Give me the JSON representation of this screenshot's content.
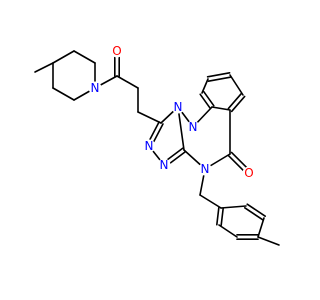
{
  "molecule": {
    "atoms": [
      {
        "id": "N_pip",
        "label": "N",
        "color": "#0000ff"
      },
      {
        "id": "O_amide",
        "label": "O",
        "color": "#ff0000"
      },
      {
        "id": "N_tri1",
        "label": "N",
        "color": "#0000ff"
      },
      {
        "id": "N_ring",
        "label": "N",
        "color": "#0000ff"
      },
      {
        "id": "N_tri2",
        "label": "N",
        "color": "#0000ff"
      },
      {
        "id": "N_tri3",
        "label": "N",
        "color": "#0000ff"
      },
      {
        "id": "N_benzyl",
        "label": "N",
        "color": "#0000ff"
      },
      {
        "id": "O_lactam",
        "label": "O",
        "color": "#ff0000"
      }
    ],
    "bond_color": "#000000"
  }
}
